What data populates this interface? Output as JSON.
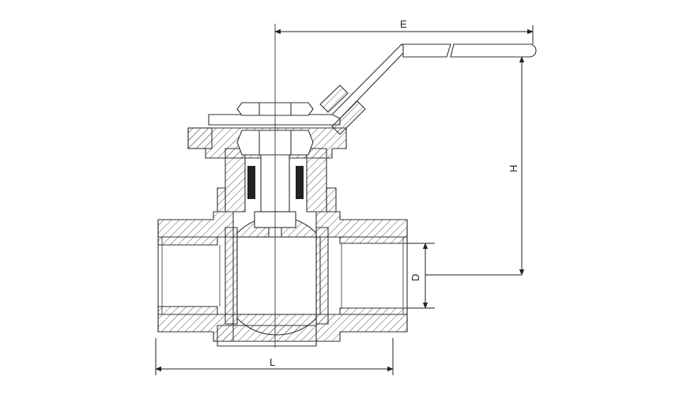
{
  "dimensions": {
    "E": "E",
    "H": "H",
    "D": "D",
    "L": "L"
  },
  "colors": {
    "line": "#333333",
    "hatch": "#555555",
    "seal": "#222222"
  }
}
